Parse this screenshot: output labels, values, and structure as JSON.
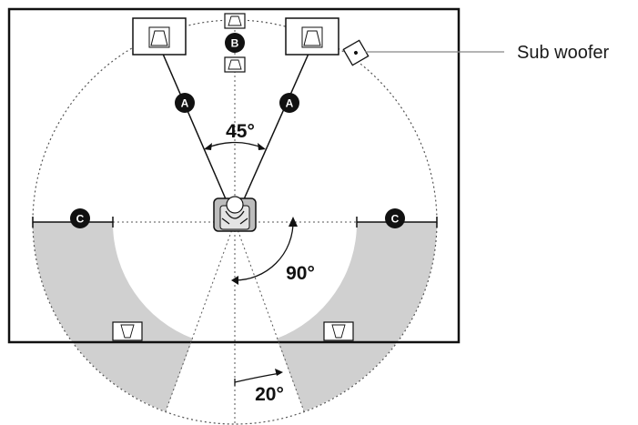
{
  "labels": {
    "subwoofer": "Sub woofer",
    "angle_front": "45°",
    "angle_side": "90°",
    "angle_rear": "20°"
  },
  "badges": {
    "front": "A",
    "center": "B",
    "surround": "C"
  },
  "colors": {
    "line": "#1a1a1a",
    "zone_fill": "#d0d0d0",
    "dotted": "#555555",
    "badge": "#111111"
  },
  "icons": {
    "listener": "listener-chair-icon",
    "speaker": "speaker-icon",
    "subwoofer": "subwoofer-icon"
  }
}
